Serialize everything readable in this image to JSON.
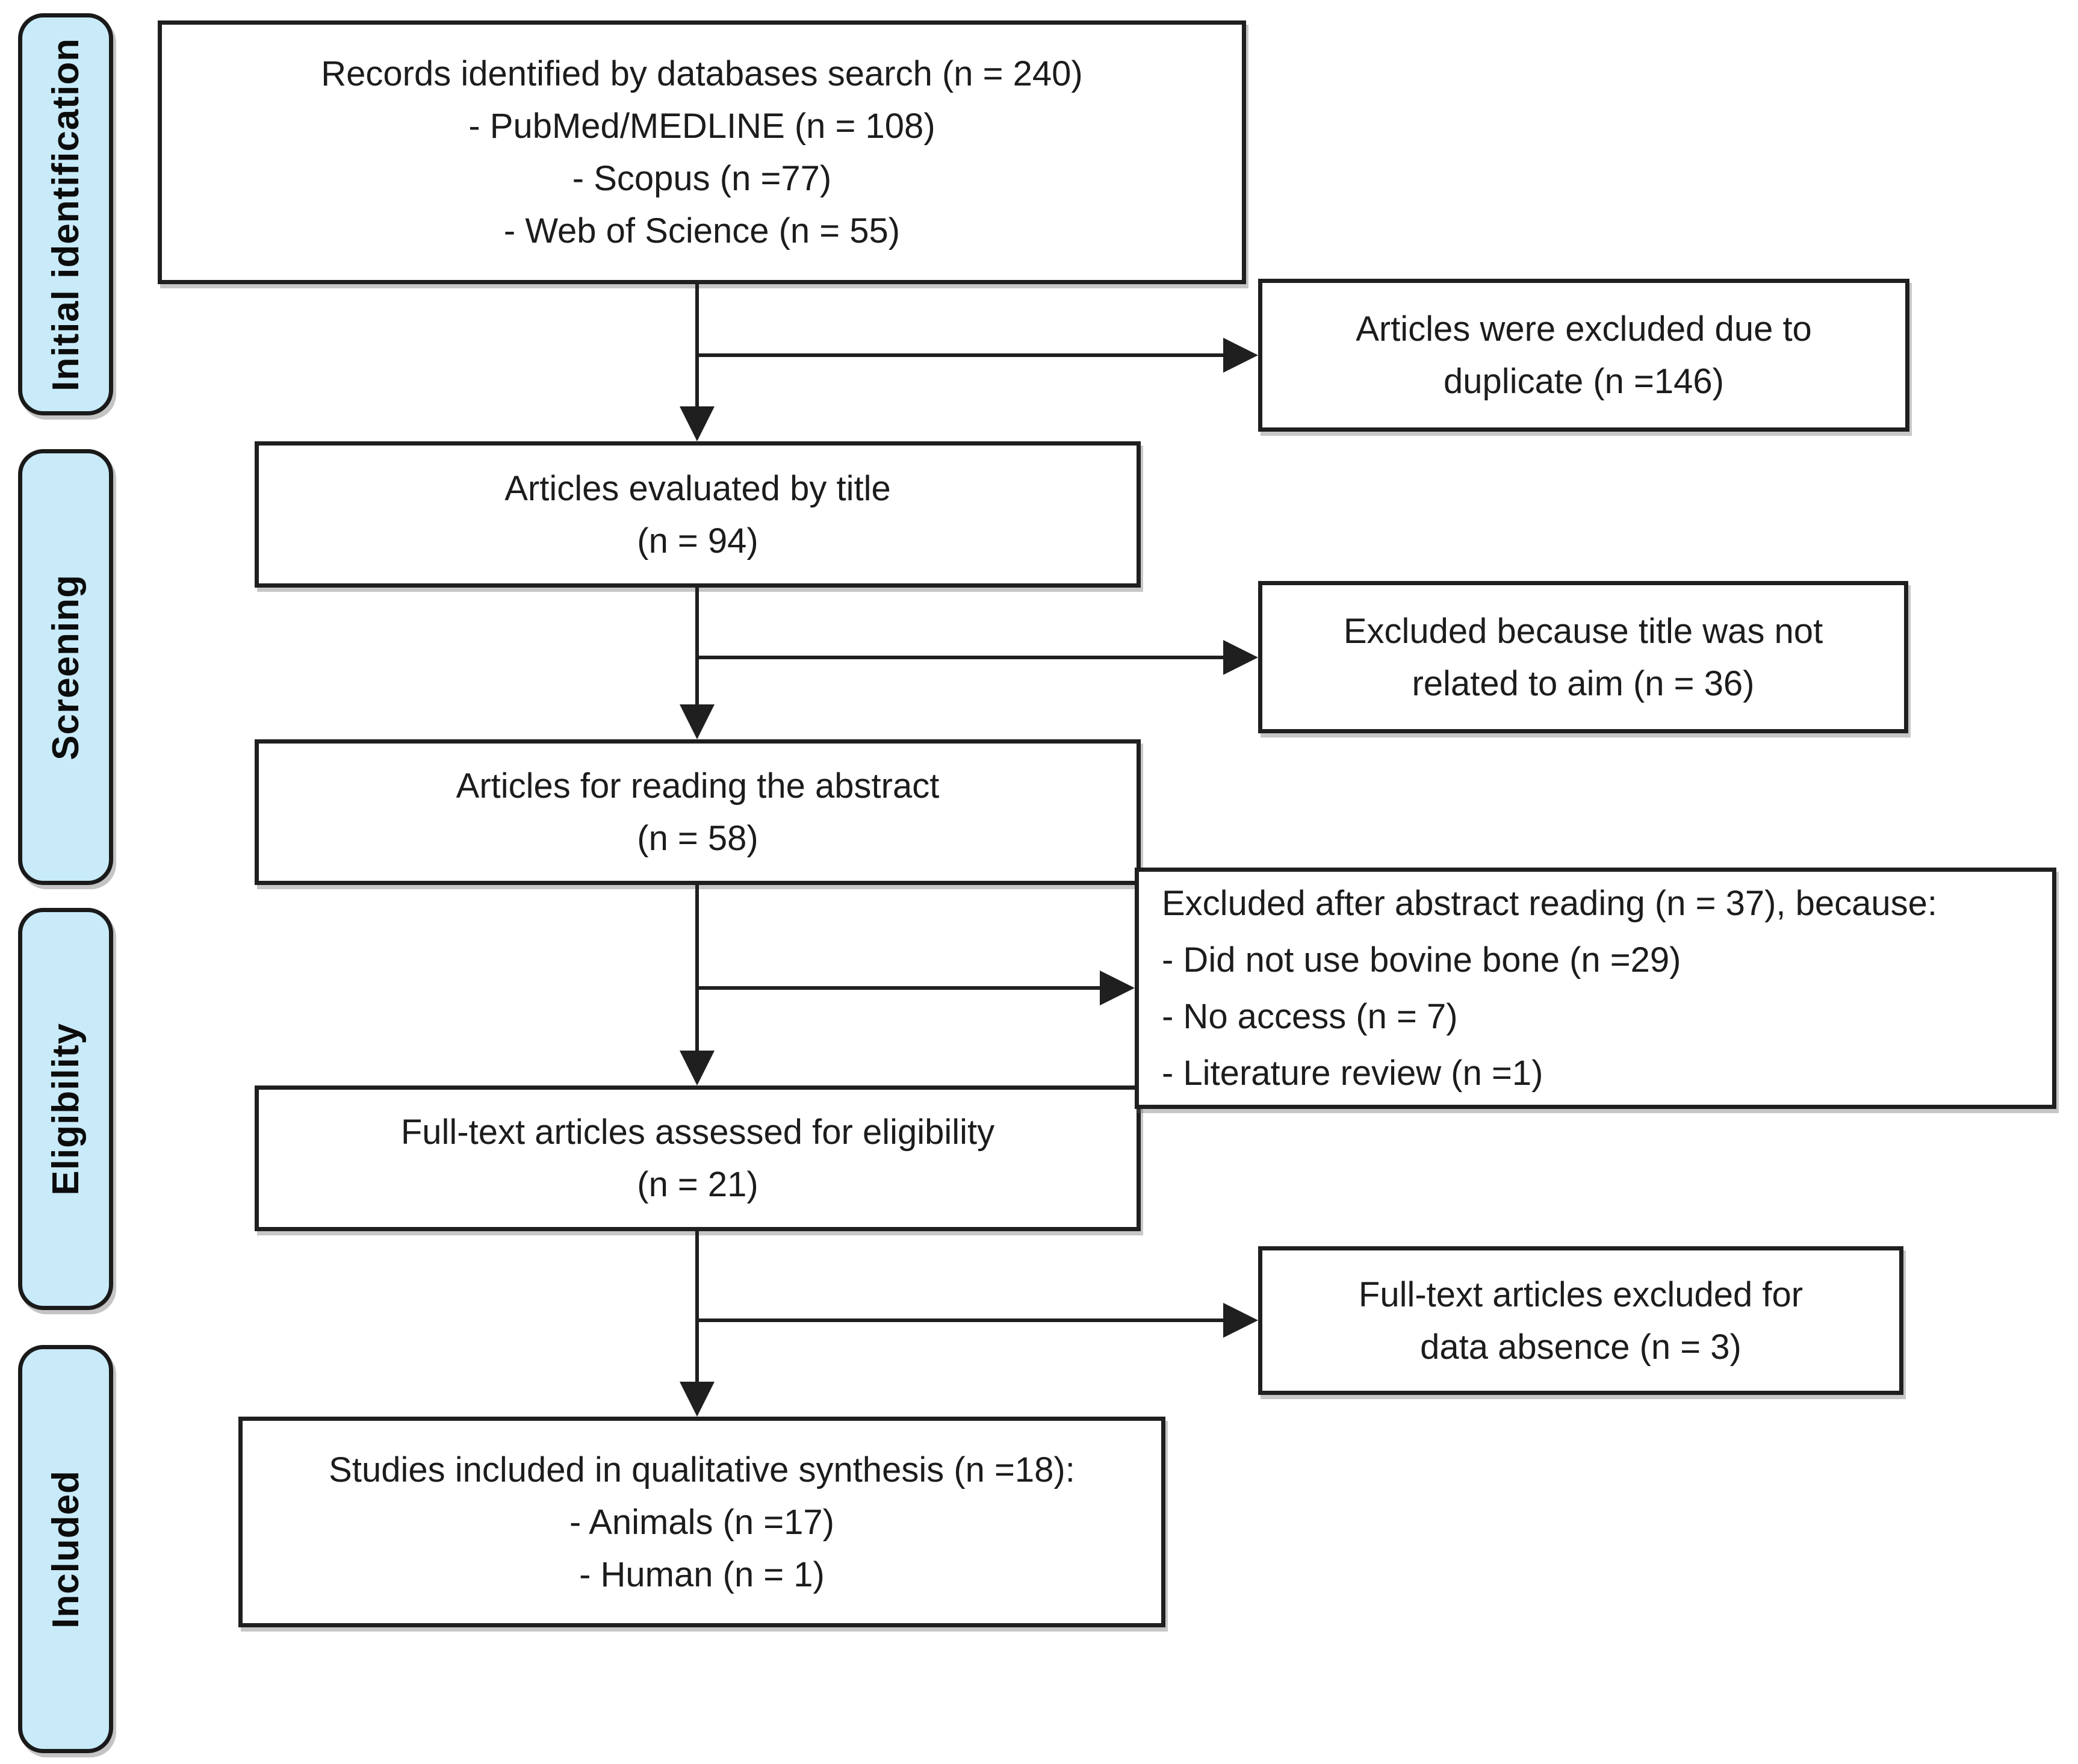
{
  "figure": {
    "type": "prisma-flow-diagram",
    "description": "Systematic review article selection flowchart"
  },
  "palette": {
    "stage_fill": "#c8eaf9",
    "stage_border": "#1a1a1a",
    "box_fill": "#ffffff",
    "box_border": "#1f1f1f",
    "arrow_color": "#1f1f1f",
    "text_color": "#1c1c1c",
    "background": "#ffffff"
  },
  "stages": [
    {
      "label": "Initial identification"
    },
    {
      "label": "Screening"
    },
    {
      "label": "Eligibility"
    },
    {
      "label": "Included"
    }
  ],
  "boxes": {
    "records": {
      "lines": [
        "Records identified by databases search (n = 240)",
        "- PubMed/MEDLINE (n = 108)",
        "- Scopus (n =77)",
        "- Web of Science (n = 55)"
      ]
    },
    "excluded_duplicate": {
      "lines": [
        "Articles were excluded due to",
        "duplicate (n =146)"
      ]
    },
    "evaluated_title": {
      "lines": [
        "Articles evaluated by title",
        "(n = 94)"
      ]
    },
    "excluded_title": {
      "lines": [
        "Excluded because title was not",
        "related to aim (n = 36)"
      ]
    },
    "reading_abstract": {
      "lines": [
        "Articles for reading the abstract",
        "(n = 58)"
      ]
    },
    "excluded_abstract": {
      "lines": [
        "Excluded after abstract reading (n = 37), because:",
        "- Did not use bovine bone (n =29)",
        "- No access (n = 7)",
        "- Literature review (n =1)"
      ]
    },
    "fulltext_assessed": {
      "lines": [
        "Full-text articles assessed for eligibility",
        "(n = 21)"
      ]
    },
    "excluded_fulltext": {
      "lines": [
        "Full-text articles excluded for",
        "data absence (n = 3)"
      ]
    },
    "included_synthesis": {
      "lines": [
        "Studies included in qualitative synthesis (n =18):",
        "- Animals (n =17)",
        "- Human (n = 1)"
      ]
    }
  }
}
